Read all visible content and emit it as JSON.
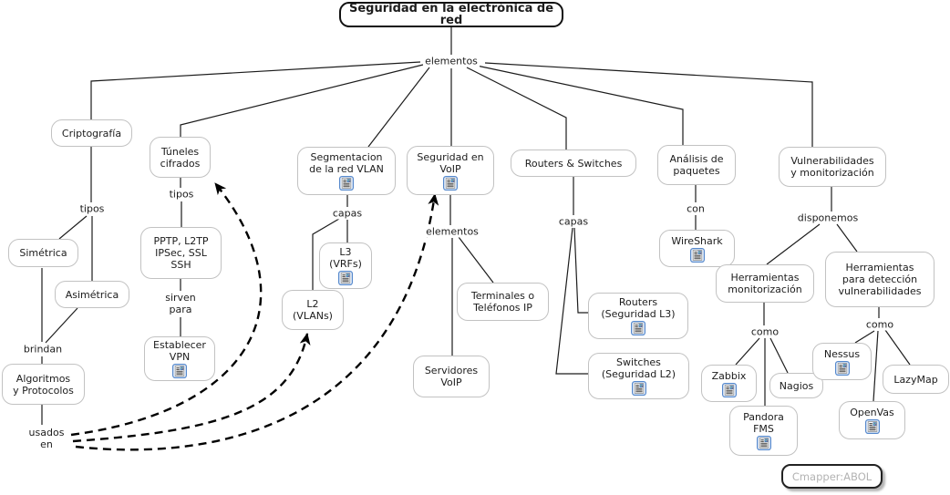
{
  "title": {
    "label": "Seguridad en la electrónica de red"
  },
  "watermark": {
    "label": "Cmapper:ABOL"
  },
  "linking_phrases": {
    "elementos_root": "elementos",
    "tipos_cripto": "tipos",
    "tipos_tuneles": "tipos",
    "sirven_para": "sirven\npara",
    "brindan": "brindan",
    "usados_en": "usados\nen",
    "capas_vlan": "capas",
    "elementos_voip": "elementos",
    "capas_rs": "capas",
    "con": "con",
    "disponemos": "disponemos",
    "como_monitorizacion": "como",
    "como_deteccion": "como"
  },
  "nodes": {
    "criptografia": {
      "label": "Criptografía"
    },
    "tuneles_cifrados": {
      "label": "Túneles\ncifrados"
    },
    "pptp_l2tp": {
      "label": "PPTP, L2TP\nIPSec, SSL\nSSH"
    },
    "establecer_vpn": {
      "label": "Establecer\nVPN",
      "icon": "document-resource"
    },
    "simetrica": {
      "label": "Simétrica"
    },
    "asimetrica": {
      "label": "Asimétrica"
    },
    "algoritmos_protocolos": {
      "label": "Algoritmos\ny Protocolos"
    },
    "segmentacion_vlan": {
      "label": "Segmentacion\nde la red VLAN",
      "icon": "document-resource"
    },
    "l3_vrfs": {
      "label": "L3\n(VRFs)",
      "icon": "document-resource"
    },
    "l2_vlans": {
      "label": "L2\n(VLANs)"
    },
    "seguridad_voip": {
      "label": "Seguridad en\nVoIP",
      "icon": "document-resource"
    },
    "terminales_ip": {
      "label": "Terminales o\nTeléfonos IP"
    },
    "servidores_voip": {
      "label": "Servidores\nVoIP"
    },
    "routers_switches": {
      "label": "Routers & Switches"
    },
    "routers_l3": {
      "label": "Routers\n(Seguridad L3)",
      "icon": "document-resource"
    },
    "switches_l2": {
      "label": "Switches\n(Seguridad L2)",
      "icon": "document-resource"
    },
    "analisis_paquetes": {
      "label": "Análisis de\npaquetes"
    },
    "wireshark": {
      "label": "WireShark",
      "icon": "document-resource"
    },
    "vulnerabilidades": {
      "label": "Vulnerabilidades\ny monitorización"
    },
    "herramientas_monitorizacion": {
      "label": "Herramientas\nmonitorización"
    },
    "herramientas_deteccion": {
      "label": "Herramientas\npara detección\nvulnerabilidades"
    },
    "zabbix": {
      "label": "Zabbix",
      "icon": "document-resource"
    },
    "nagios": {
      "label": "Nagios"
    },
    "pandora_fms": {
      "label": "Pandora\nFMS",
      "icon": "document-resource"
    },
    "nessus": {
      "label": "Nessus",
      "icon": "document-resource"
    },
    "lazymap": {
      "label": "LazyMap"
    },
    "openvas": {
      "label": "OpenVas",
      "icon": "document-resource"
    }
  },
  "colors": {
    "node_border": "#c2c2c2",
    "title_border": "#111111",
    "line": "#1c1c1c",
    "icon_frame": "#5588cc",
    "watermark_text": "#b3b3b3"
  }
}
